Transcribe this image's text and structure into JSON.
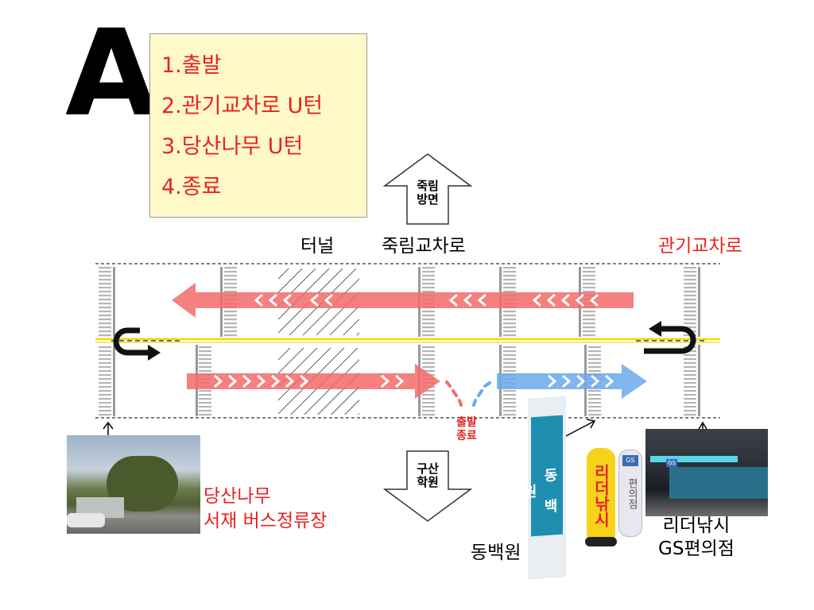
{
  "title_letter": "A",
  "steps": [
    "1.출발",
    "2.관기교차로 U턴",
    "3.당산나무 U턴",
    "4.종료"
  ],
  "direction_up": [
    "죽림",
    "방면"
  ],
  "direction_down": [
    "구산",
    "학원"
  ],
  "road_labels": {
    "tunnel": "터널",
    "jukrim_intersection": "죽림교차로",
    "gwangi_intersection": "관기교차로"
  },
  "start_end": [
    "출발",
    "종료"
  ],
  "places": {
    "bus_stop": [
      "당산나무",
      "서재 버스정류장"
    ],
    "dongbaekwon": "동백원",
    "leader_fishing": [
      "리더낚시",
      "GS편의점"
    ]
  },
  "sign_text": {
    "dongbaek_sign": "동 백 원",
    "leader_sign": "리더낚시",
    "convenience_sign": "편의점",
    "gs_sign": "GS"
  },
  "colors": {
    "route_red": "#f36b6b",
    "route_blue": "#6aa9ea",
    "label_red": "#e8231f",
    "center_line": "#f5d800",
    "note_bg": "#fff8c9"
  }
}
